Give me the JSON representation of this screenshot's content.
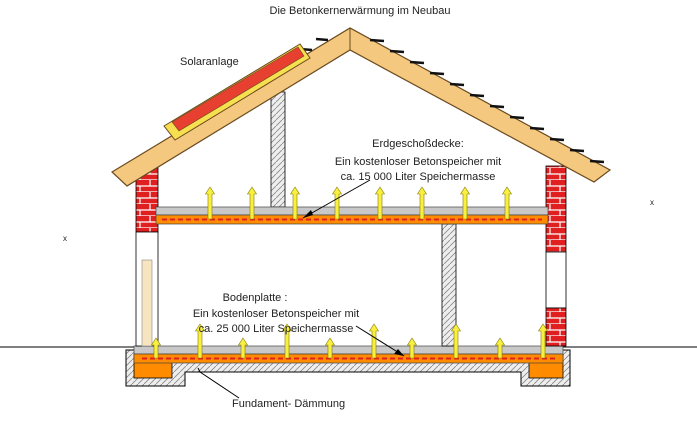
{
  "title": "Die Betonkernerwärmung im Neubau",
  "labels": {
    "solar": "Solaranlage",
    "ceiling_heading": "Erdgeschoßdecke:",
    "ceiling_line1": "Ein kostenloser Betonspeicher mit",
    "ceiling_line2": "ca. 15 000 Liter Speichermasse",
    "slab_heading": "Bodenplatte :",
    "slab_line1": "Ein kostenloser Betonspeicher mit",
    "slab_line2": "ca. 25 000 Liter Speichermasse",
    "foundation": "Fundament- Dämmung",
    "marker_left": "x",
    "marker_right": "x"
  },
  "colors": {
    "roof_wood": "#f5c880",
    "roof_outline": "#6b4a1e",
    "solar_panel": "#f7e050",
    "solar_red": "#e84030",
    "brick": "#e02020",
    "slab_grey": "#c8c8c8",
    "heating": "#ff8c00",
    "heating_dash": "#e02020",
    "heat_arrow": "#f8f040",
    "insulation": "#d0d0d0",
    "footing": "#ff8c00",
    "line": "#000000"
  }
}
